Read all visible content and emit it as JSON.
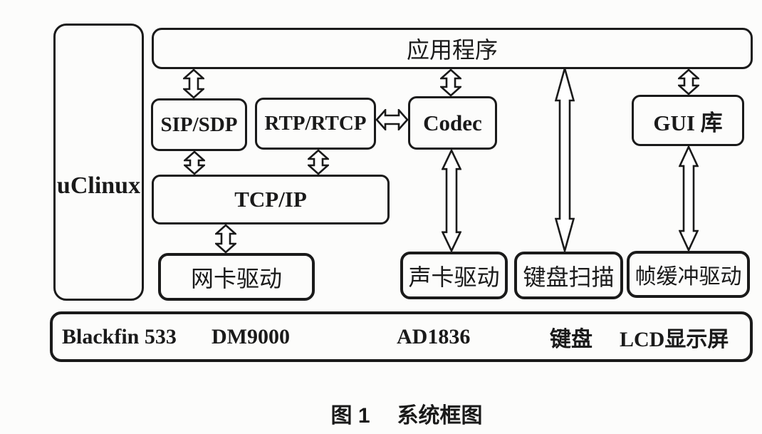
{
  "colors": {
    "ink": "#1a1a1a",
    "paper": "#fcfcfb"
  },
  "blocks": {
    "os": "uClinux",
    "application": "应用程序",
    "sip_sdp": "SIP/SDP",
    "rtp_rtcp": "RTP/RTCP",
    "codec": "Codec",
    "gui_lib": "GUI 库",
    "tcp_ip": "TCP/IP",
    "nic_driver": "网卡驱动",
    "sound_driver": "声卡驱动",
    "keyboard_scan": "键盘扫描",
    "framebuffer_driver": "帧缓冲驱动"
  },
  "hardware_bar": {
    "items": [
      "Blackfin 533",
      "DM9000",
      "AD1836",
      "键盘",
      "LCD显示屏"
    ]
  },
  "caption": {
    "figure_label": "图 1",
    "figure_title": "系统框图"
  },
  "connections": [
    {
      "from": "应用程序",
      "to": "SIP/SDP",
      "type": "bidirectional"
    },
    {
      "from": "应用程序",
      "to": "Codec",
      "type": "bidirectional"
    },
    {
      "from": "应用程序",
      "to": "GUI 库",
      "type": "bidirectional"
    },
    {
      "from": "应用程序",
      "to": "键盘扫描",
      "type": "bidirectional"
    },
    {
      "from": "SIP/SDP",
      "to": "TCP/IP",
      "type": "bidirectional"
    },
    {
      "from": "RTP/RTCP",
      "to": "TCP/IP",
      "type": "bidirectional"
    },
    {
      "from": "RTP/RTCP",
      "to": "Codec",
      "type": "bidirectional"
    },
    {
      "from": "TCP/IP",
      "to": "网卡驱动",
      "type": "bidirectional"
    },
    {
      "from": "Codec",
      "to": "声卡驱动",
      "type": "bidirectional"
    },
    {
      "from": "GUI 库",
      "to": "帧缓冲驱动",
      "type": "bidirectional"
    }
  ]
}
